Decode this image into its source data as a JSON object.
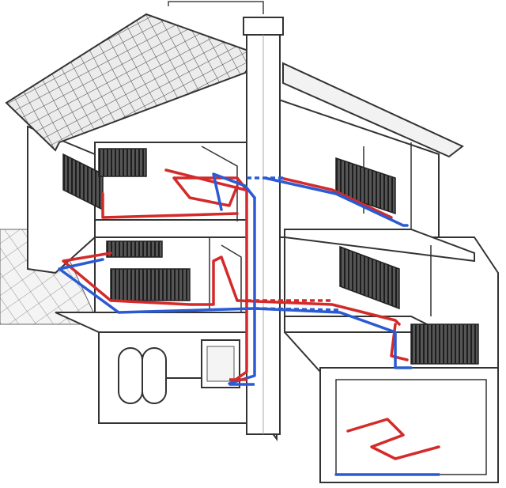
{
  "diagram": {
    "subject": "house-heating-system",
    "colors": {
      "supply_pipe": "#d42a2a",
      "return_pipe": "#2a5bd4",
      "outline": "#333333",
      "radiator": "#3a3a3a",
      "wall_fill": "#ffffff",
      "roof_tile": "#ececec"
    },
    "floors": [
      {
        "id": "attic",
        "radiators": 3
      },
      {
        "id": "first-floor",
        "radiators": 4
      },
      {
        "id": "basement",
        "equipment": [
          "water-tanks",
          "boiler"
        ],
        "underfloor_heating": true
      }
    ]
  }
}
